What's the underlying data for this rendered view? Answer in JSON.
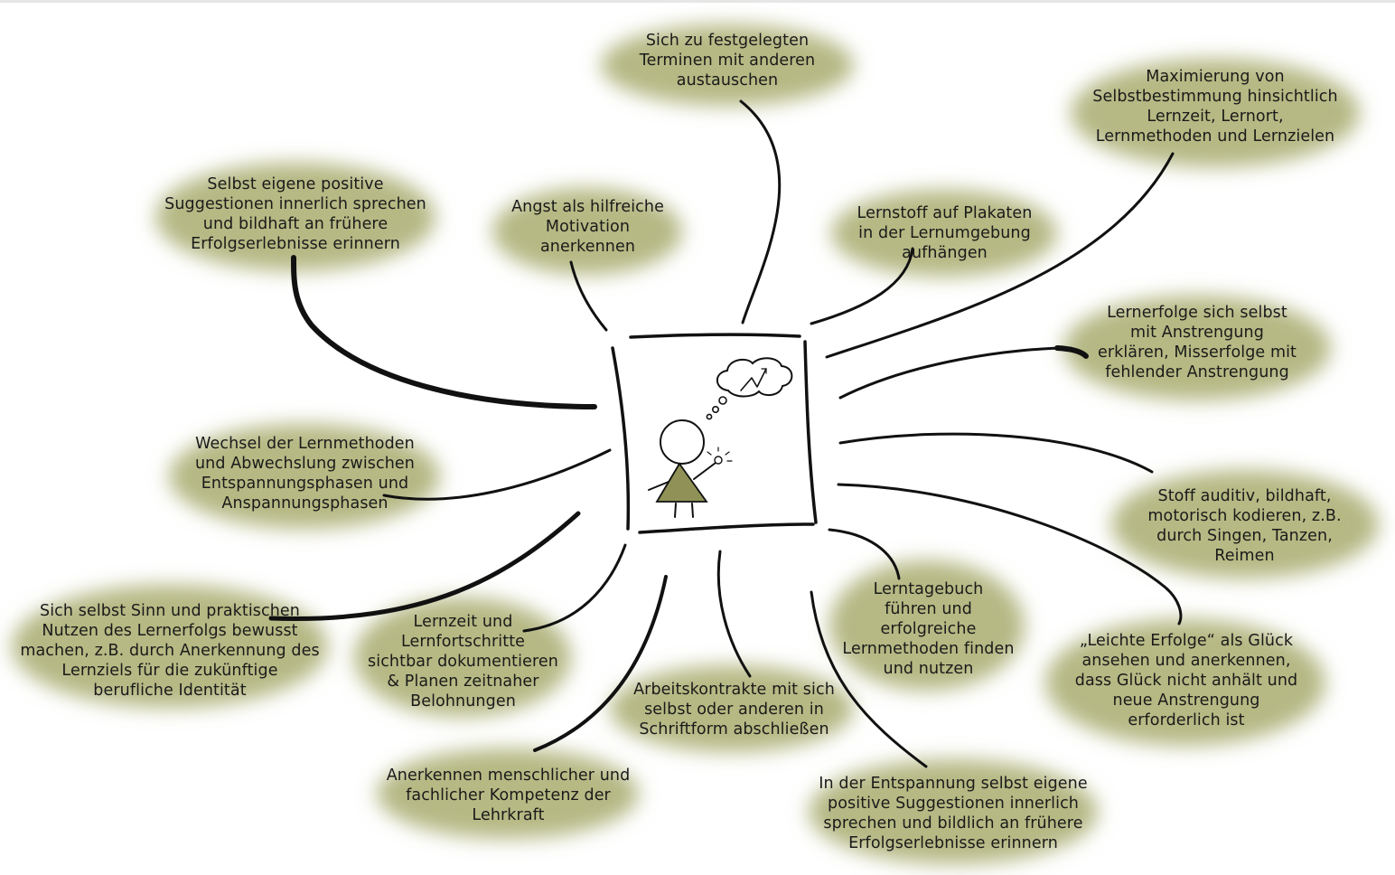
{
  "nodes": [
    {
      "id": "n01",
      "text": "Sich zu festgelegten\nTerminen mit anderen\naustauschen"
    },
    {
      "id": "n02",
      "text": "Maximierung von\nSelbstbestimmung hinsichtlich\nLernzeit, Lernort,\nLernmethoden und Lernzielen"
    },
    {
      "id": "n03",
      "text": "Selbst eigene positive\nSuggestionen innerlich sprechen\nund bildhaft an frühere\nErfolgserlebnisse erinnern"
    },
    {
      "id": "n04",
      "text": "Angst als hilfreiche\nMotivation\nanerkennen"
    },
    {
      "id": "n05",
      "text": "Lernstoff auf Plakaten\nin der Lernumgebung\naufhängen"
    },
    {
      "id": "n06",
      "text": "Lernerfolge sich selbst\nmit Anstrengung\nerklären, Misserfolge mit\nfehlender Anstrengung"
    },
    {
      "id": "n07",
      "text": "Wechsel der Lernmethoden\nund Abwechslung zwischen\nEntspannungsphasen und\nAnspannungsphasen"
    },
    {
      "id": "n08",
      "text": "Stoff auditiv, bildhaft,\nmotorisch kodieren, z.B.\ndurch Singen, Tanzen,\nReimen"
    },
    {
      "id": "n09",
      "text": "Sich selbst Sinn und praktischen\nNutzen des Lernerfolgs bewusst\nmachen, z.B. durch Anerkennung des\nLernziels für die zukünftige\nberufliche Identität"
    },
    {
      "id": "n10",
      "text": "Lernzeit und\nLernfortschritte\nsichtbar dokumentieren\n& Planen zeitnaher\nBelohnungen"
    },
    {
      "id": "n11",
      "text": "Lerntagebuch\nführen und\nerfolgreiche\nLernmethoden finden\nund nutzen"
    },
    {
      "id": "n12",
      "text": "„Leichte Erfolge“ als Glück\nansehen und anerkennen,\ndass Glück nicht anhält und\nneue Anstrengung\nerforderlich ist"
    },
    {
      "id": "n13",
      "text": "Arbeitskontrakte mit sich\nselbst oder anderen in\nSchriftform abschließen"
    },
    {
      "id": "n14",
      "text": "Anerkennen menschlicher und\nfachlicher Kompetenz der\nLehrkraft"
    },
    {
      "id": "n15",
      "text": "In der Entspannung selbst eigene\npositive Suggestionen innerlich\nsprechen und bildlich an frühere\nErfolgserlebnisse erinnern"
    }
  ],
  "colors": {
    "blob": "#a7ab6e",
    "blob_core": "#b7ba84",
    "line": "#111111",
    "figure_body": "#8f9156",
    "topline": "#e6e6e6"
  },
  "icons": [
    "stick-figure-icon",
    "thought-bubble-icon",
    "success-chart-icon",
    "light-bulb-icon"
  ]
}
